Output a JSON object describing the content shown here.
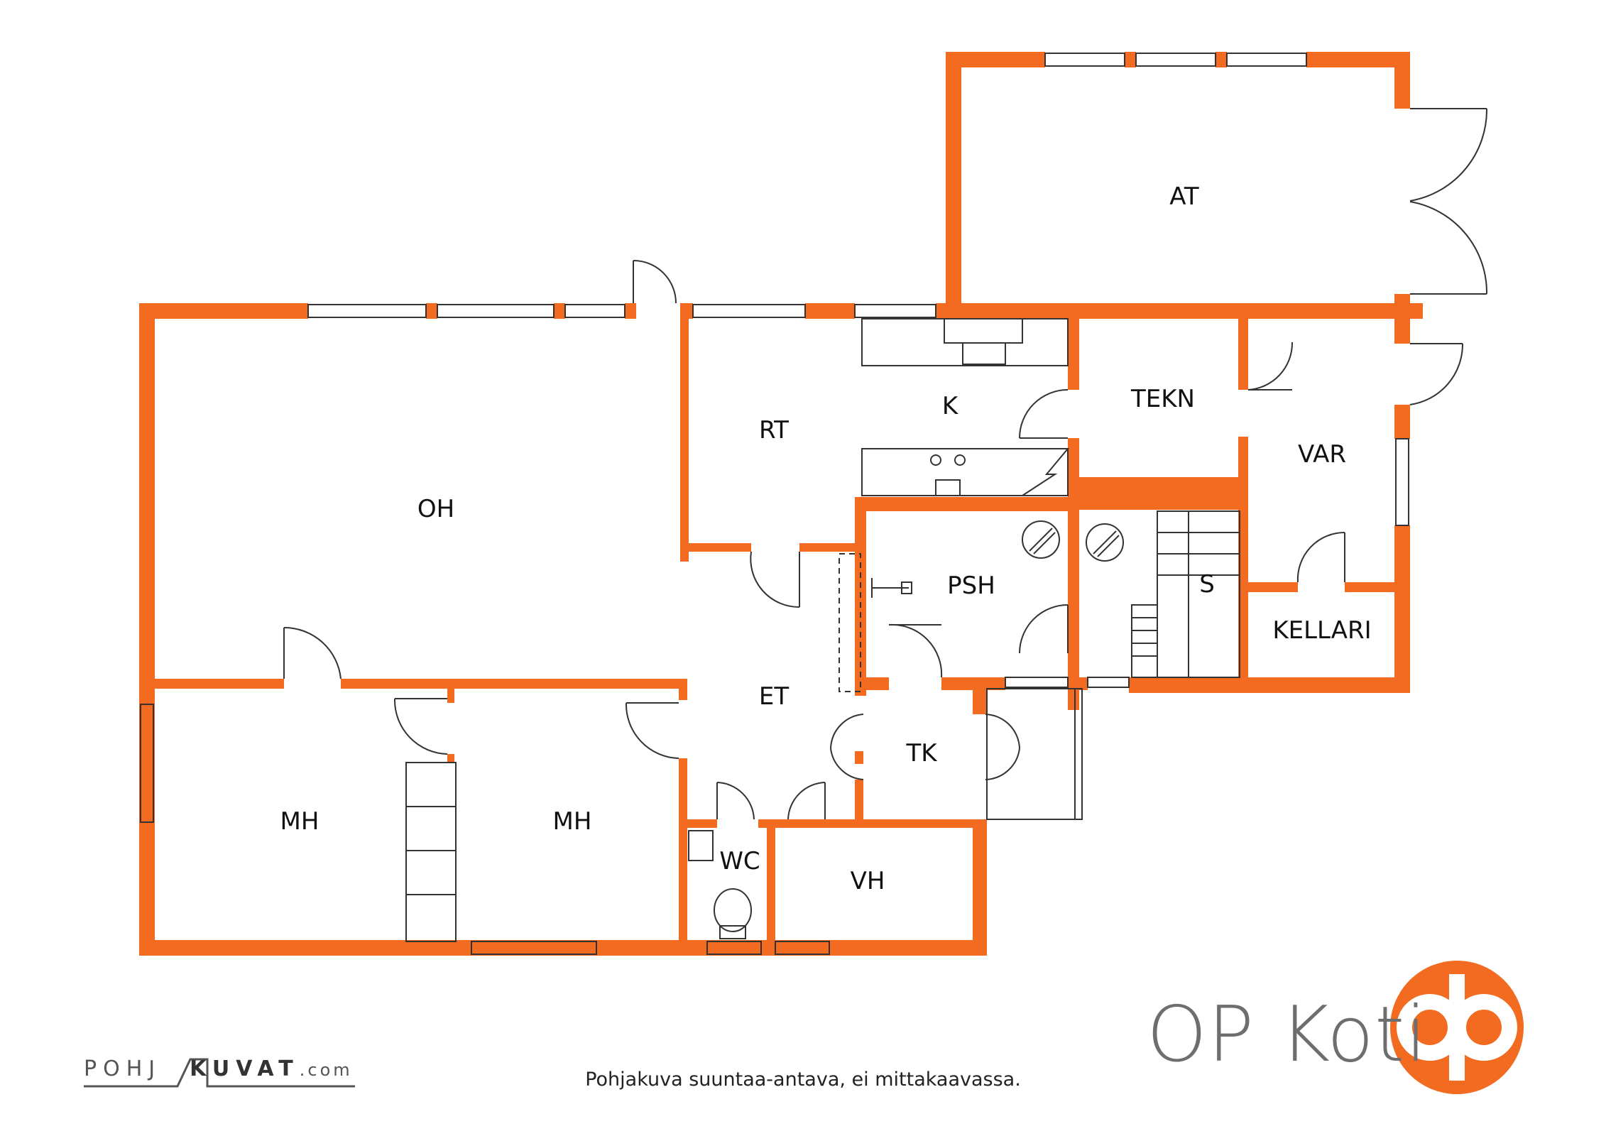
{
  "rooms": {
    "at": "AT",
    "oh": "OH",
    "rt": "RT",
    "k": "K",
    "tekn": "TEKN",
    "var": "VAR",
    "psh": "PSH",
    "s": "S",
    "kellari": "KELLARI",
    "et": "ET",
    "tk": "TK",
    "mh1": "MH",
    "mh2": "MH",
    "wc": "WC",
    "vh": "VH"
  },
  "brand": {
    "name": "OP Koti",
    "color": "#f26b21"
  },
  "footer": {
    "disclaimer": "Pohjakuva suuntaa-antava, ei mittakaavassa.",
    "logo_part1": "POHJ",
    "logo_part2": "KUVAT",
    "logo_part3": ".com"
  },
  "colors": {
    "wall": "#f26b21",
    "line": "#333333"
  }
}
